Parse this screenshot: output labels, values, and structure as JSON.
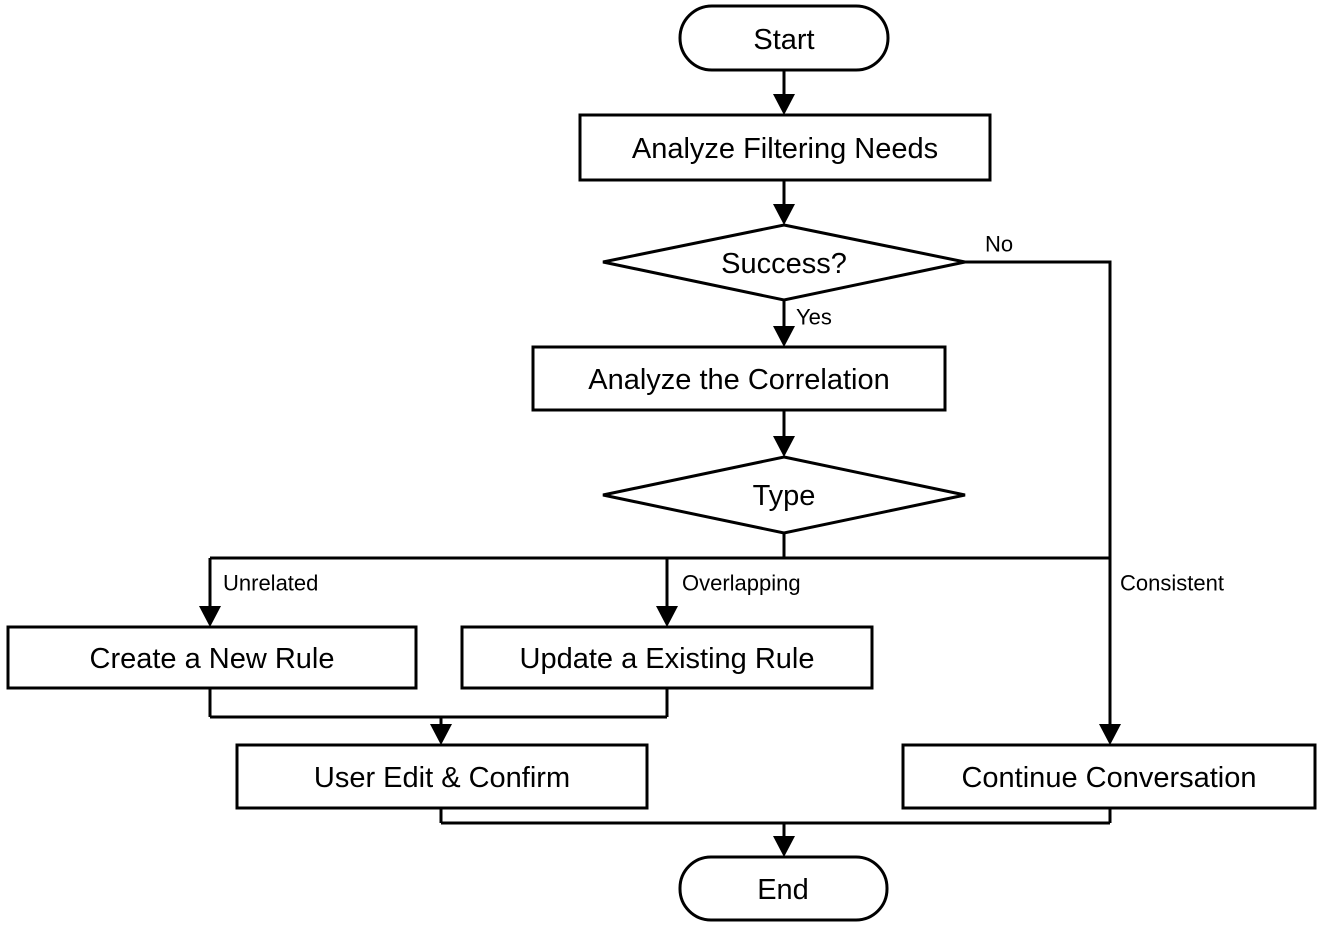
{
  "diagram": {
    "type": "flowchart",
    "colors": {
      "stroke": "#000000",
      "background": "#ffffff",
      "node_fill": "#ffffff",
      "text": "#000000"
    },
    "nodes": {
      "start": "Start",
      "analyze_filtering_needs": "Analyze Filtering Needs",
      "success": "Success?",
      "analyze_correlation": "Analyze the Correlation",
      "type": "Type",
      "create_new_rule": "Create a New Rule",
      "update_existing_rule": "Update a Existing Rule",
      "user_edit_confirm": "User Edit & Confirm",
      "continue_conversation": "Continue Conversation",
      "end": "End"
    },
    "edge_labels": {
      "no": "No",
      "yes": "Yes",
      "unrelated": "Unrelated",
      "overlapping": "Overlapping",
      "consistent": "Consistent"
    },
    "edges": [
      {
        "from": "Start",
        "to": "Analyze Filtering Needs",
        "label": ""
      },
      {
        "from": "Analyze Filtering Needs",
        "to": "Success?",
        "label": ""
      },
      {
        "from": "Success?",
        "to": "Continue Conversation",
        "label": "No"
      },
      {
        "from": "Success?",
        "to": "Analyze the Correlation",
        "label": "Yes"
      },
      {
        "from": "Analyze the Correlation",
        "to": "Type",
        "label": ""
      },
      {
        "from": "Type",
        "to": "Create a New Rule",
        "label": "Unrelated"
      },
      {
        "from": "Type",
        "to": "Update a Existing Rule",
        "label": "Overlapping"
      },
      {
        "from": "Type",
        "to": "Continue Conversation",
        "label": "Consistent"
      },
      {
        "from": "Create a New Rule",
        "to": "User Edit & Confirm",
        "label": ""
      },
      {
        "from": "Update a Existing Rule",
        "to": "User Edit & Confirm",
        "label": ""
      },
      {
        "from": "User Edit & Confirm",
        "to": "End",
        "label": ""
      },
      {
        "from": "Continue Conversation",
        "to": "End",
        "label": ""
      }
    ]
  }
}
